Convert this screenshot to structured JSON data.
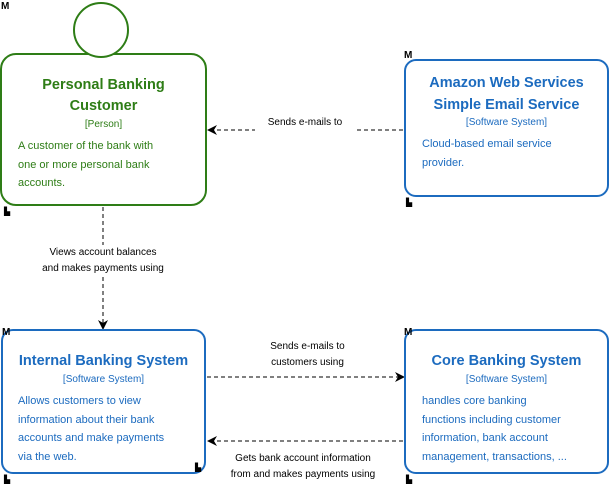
{
  "diagram": {
    "nodes": {
      "customer": {
        "title_line1": "Personal Banking",
        "title_line2": "Customer",
        "type": "[Person]",
        "description": [
          "A customer of the bank with",
          "one or more personal bank",
          "accounts."
        ],
        "color": "#2e7d16"
      },
      "aws_ses": {
        "title_line1": "Amazon Web Services",
        "title_line2": "Simple Email Service",
        "type": "[Software System]",
        "description": [
          "Cloud-based email service",
          "provider."
        ],
        "color": "#1c6bbf"
      },
      "internal_banking": {
        "title": "Internal Banking System",
        "type": "[Software System]",
        "description": [
          "Allows customers to view",
          "information about their bank",
          "accounts and make payments",
          "via the web."
        ],
        "color": "#1c6bbf"
      },
      "core_banking": {
        "title": "Core Banking System",
        "type": "[Software System]",
        "description": [
          "handles core banking",
          "functions including customer",
          "information, bank account",
          "management, transactions, ..."
        ],
        "color": "#1c6bbf"
      }
    },
    "edges": {
      "ses_to_customer": [
        "Sends e-mails to"
      ],
      "customer_to_internal": [
        "Views account balances",
        "and makes payments using"
      ],
      "internal_to_core": [
        "Sends e-mails to",
        "customers using"
      ],
      "core_to_internal": [
        "Gets bank account information",
        "from and makes payments using"
      ]
    },
    "markers": {
      "m_glyph": "M",
      "doc_glyph": "▙"
    }
  }
}
